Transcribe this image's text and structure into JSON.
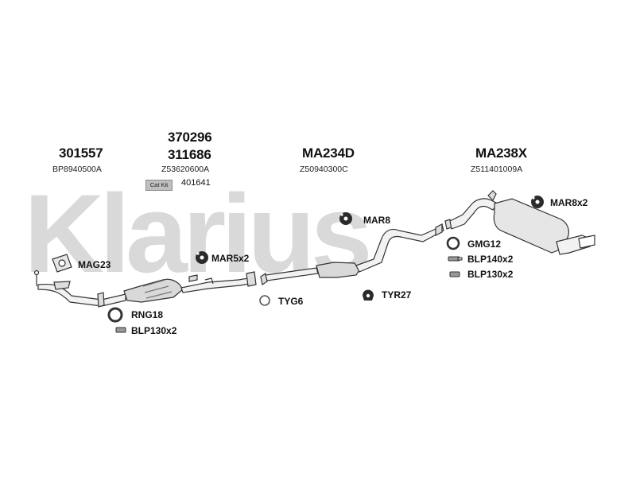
{
  "watermark": {
    "text": "Klarius",
    "color": "#d9d9d9"
  },
  "assemblies": [
    {
      "code": "301557",
      "ref": "BP8940500A"
    },
    {
      "code_top": "370296",
      "code": "311686",
      "ref": "Z53620600A",
      "cat_kit_label": "Cat Kit",
      "cat_kit_ref": "401641"
    },
    {
      "code": "MA234D",
      "ref": "Z50940300C"
    },
    {
      "code": "MA238X",
      "ref": "Z511401009A"
    }
  ],
  "parts": {
    "mag23": "MAG23",
    "rng18": "RNG18",
    "blp130_left": "BLP130x2",
    "mar5": "MAR5x2",
    "tyg6": "TYG6",
    "mar8": "MAR8",
    "tyr27": "TYR27",
    "gmg12": "GMG12",
    "blp140": "BLP140x2",
    "blp130_right": "BLP130x2",
    "mar8x2": "MAR8x2"
  },
  "colors": {
    "pipe_fill": "#f2f2f2",
    "pipe_stroke": "#333333",
    "rubber": "#2b2b2b"
  }
}
